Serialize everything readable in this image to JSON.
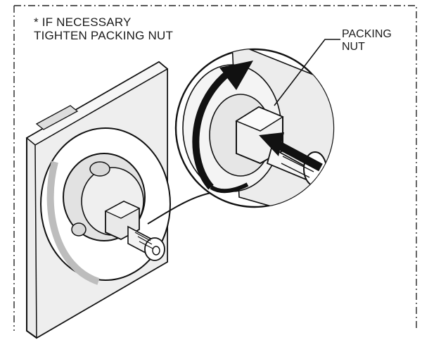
{
  "note": {
    "line1": "* IF NECESSARY",
    "line2": "TIGHTEN PACKING NUT"
  },
  "callout": {
    "line1": "PACKING",
    "line2": "NUT"
  },
  "colors": {
    "ink": "#111111",
    "plate": "#eeeeee",
    "shade": "#d6d6d6",
    "border": "#222222"
  }
}
